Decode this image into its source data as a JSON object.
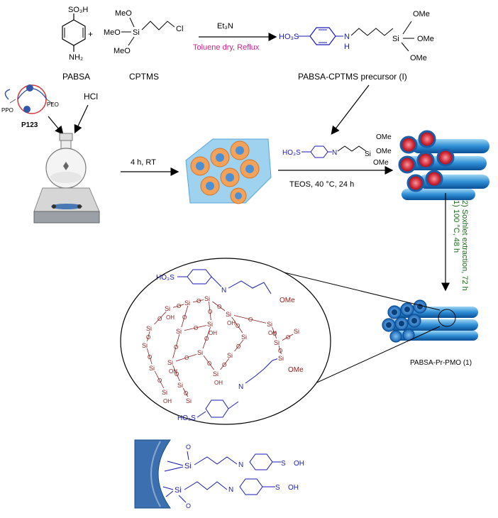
{
  "reagents": {
    "pabsa_label": "PABSA",
    "cptms_label": "CPTMS",
    "pabsa_so3h": "SO₃H",
    "pabsa_nh2": "NH₂",
    "pabsa_plus": "+",
    "cptms_meo1": "MeO",
    "cptms_meo2": "MeO",
    "cptms_meo3": "MeO",
    "cptms_si": "Si",
    "cptms_cl": "Cl"
  },
  "step1": {
    "reagent": "Et₃N",
    "conditions": "Toluene dry, Reflux"
  },
  "precursor": {
    "label": "PABSA-CPTMS precursor (I)",
    "ho3s": "HO₃S",
    "nh": "N",
    "h": "H",
    "si": "Si",
    "ome1": "OMe",
    "ome2": "OMe",
    "ome3": "OMe"
  },
  "p123": {
    "ppo": "PPO",
    "peo": "PEO",
    "label": "P123"
  },
  "hcl": "HCl",
  "step2": {
    "conditions": "4 h, RT"
  },
  "step3": {
    "conditions": "TEOS, 40 °C, 24 h"
  },
  "step4": {
    "line1": "1) 100 °C, 48 h",
    "line2": "2) Soxhlet extraction,  72 h"
  },
  "product": {
    "label": "PABSA-Pr-PMO (1)"
  },
  "network": {
    "ho3s_top": "HO₃S",
    "ho3s_bottom": "HO₃S",
    "nh_top": "N",
    "nh_bottom": "N",
    "ome_top": "OMe",
    "ome_bottom": "OMe"
  },
  "surface": {
    "o_top": "O",
    "o_bottom": "O",
    "si1": "Si",
    "si2": "Si",
    "n1": "N",
    "n2": "N",
    "so3h1": "S",
    "so3h2": "S",
    "oh1": "OH",
    "oh2": "OH"
  }
}
